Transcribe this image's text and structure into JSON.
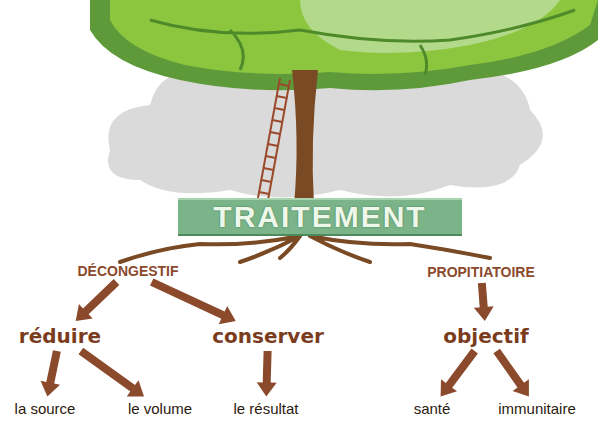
{
  "diagram": {
    "nodes": [
      {
        "text": [
          "TRAITEMENT"
        ]
      },
      {
        "text": [
          "DÉCONGESTIF"
        ]
      },
      {
        "text": [
          "réduire"
        ]
      },
      {
        "text": [
          "conserver"
        ]
      },
      {
        "text": [
          "la source"
        ]
      },
      {
        "text": [
          "le volume"
        ]
      },
      {
        "text": [
          "le résultat"
        ]
      },
      {
        "text": [
          "PROPITIATOIRE"
        ]
      },
      {
        "text": [
          "objectif"
        ]
      },
      {
        "text": [
          "santé"
        ]
      },
      {
        "text": [
          "immunitaire"
        ]
      }
    ],
    "edges": [
      {
        "from": 1,
        "to": 2,
        "arrow": "to"
      },
      {
        "from": 1,
        "to": 3,
        "arrow": "to"
      },
      {
        "from": 2,
        "to": 4,
        "arrow": "to"
      },
      {
        "from": 2,
        "to": 5,
        "arrow": "to"
      },
      {
        "from": 3,
        "to": 6,
        "arrow": "to"
      },
      {
        "from": 7,
        "to": 8,
        "arrow": "to"
      },
      {
        "from": 8,
        "to": 9,
        "arrow": "to"
      },
      {
        "from": 8,
        "to": 10,
        "arrow": "to"
      }
    ]
  }
}
